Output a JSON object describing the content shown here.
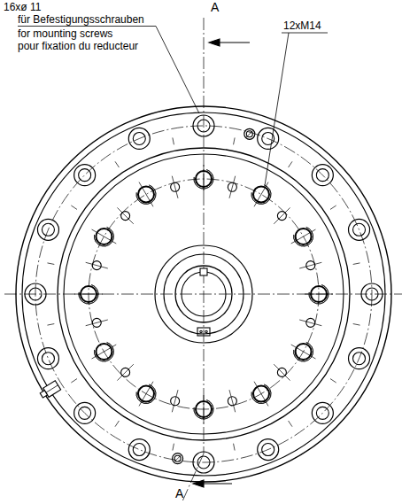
{
  "diagram": {
    "labels": [
      "A",
      "16xø 11",
      "für Befestigungsschrauben",
      "for mounting screws",
      "pour fixation du reducteur",
      "12xM14",
      "A"
    ]
  }
}
